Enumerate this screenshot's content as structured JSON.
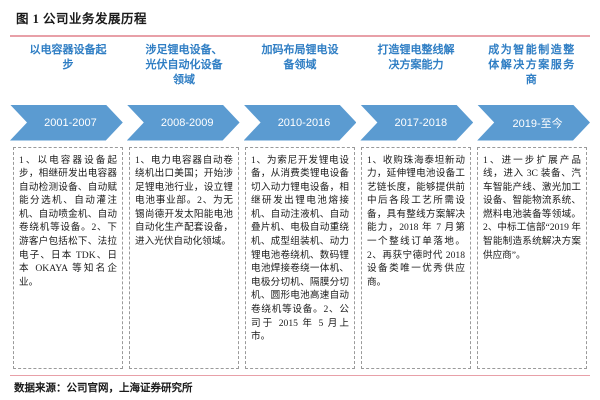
{
  "figure": {
    "title": "图 1 公司业务发展历程",
    "source": "数据来源：公司官网，上海证券研究所",
    "accent_color": "#5b9bd1",
    "header_text_color": "#2f7ec4",
    "rule_color": "#e8a0a8"
  },
  "stages": [
    {
      "header": "以电容器设备起步",
      "period": "2001-2007",
      "body": "1、以电容器设备起步，相继研发出电容器自动检测设备、自动赋能分选机、自动灌注机、自动喷金机、自动卷绕机等设备。2、下游客户包括松下、法拉电子、日本 TDK、日本 OKAYA 等知名企业。"
    },
    {
      "header": "涉足锂电设备、光伏自动化设备领域",
      "period": "2008-2009",
      "body": "1、电力电容器自动卷绕机出口美国；开始涉足锂电池行业，设立锂电池事业部。2、为无锡尚德开发太阳能电池自动化生产配套设备，进入光伏自动化领域。"
    },
    {
      "header": "加码布局锂电设备领域",
      "period": "2010-2016",
      "body": "1、为索尼开发锂电设备，从消费类锂电设备切入动力锂电设备，相继研发出锂电池熔接机、自动注液机、自动叠片机、电极自动重绕机、成型组装机、动力锂电池卷绕机、数码锂电池焊接卷绕一体机、电极分切机、隔膜分切机、圆形电池高速自动卷绕机等设备。2、公司于 2015 年 5 月上市。"
    },
    {
      "header": "打造锂电整线解决方案能力",
      "period": "2017-2018",
      "body": "1、收购珠海泰坦新动力，延伸锂电池设备工艺链长度，能够提供前中后各段工艺所需设备，具有整线方案解决能力，2018 年 7 月第一个整线订单落地。2、再获宁德时代 2018 设备类唯一优秀供应商。"
    },
    {
      "header": "成为智能制造整体解决方案服务商",
      "period": "2019-至今",
      "body": "1、进一步扩展产品线，进入 3C 装备、汽车智能产线、激光加工设备、智能物流系统、燃料电池装备等领域。2、中标工信部“2019 年智能制造系统解决方案供应商”。"
    }
  ]
}
